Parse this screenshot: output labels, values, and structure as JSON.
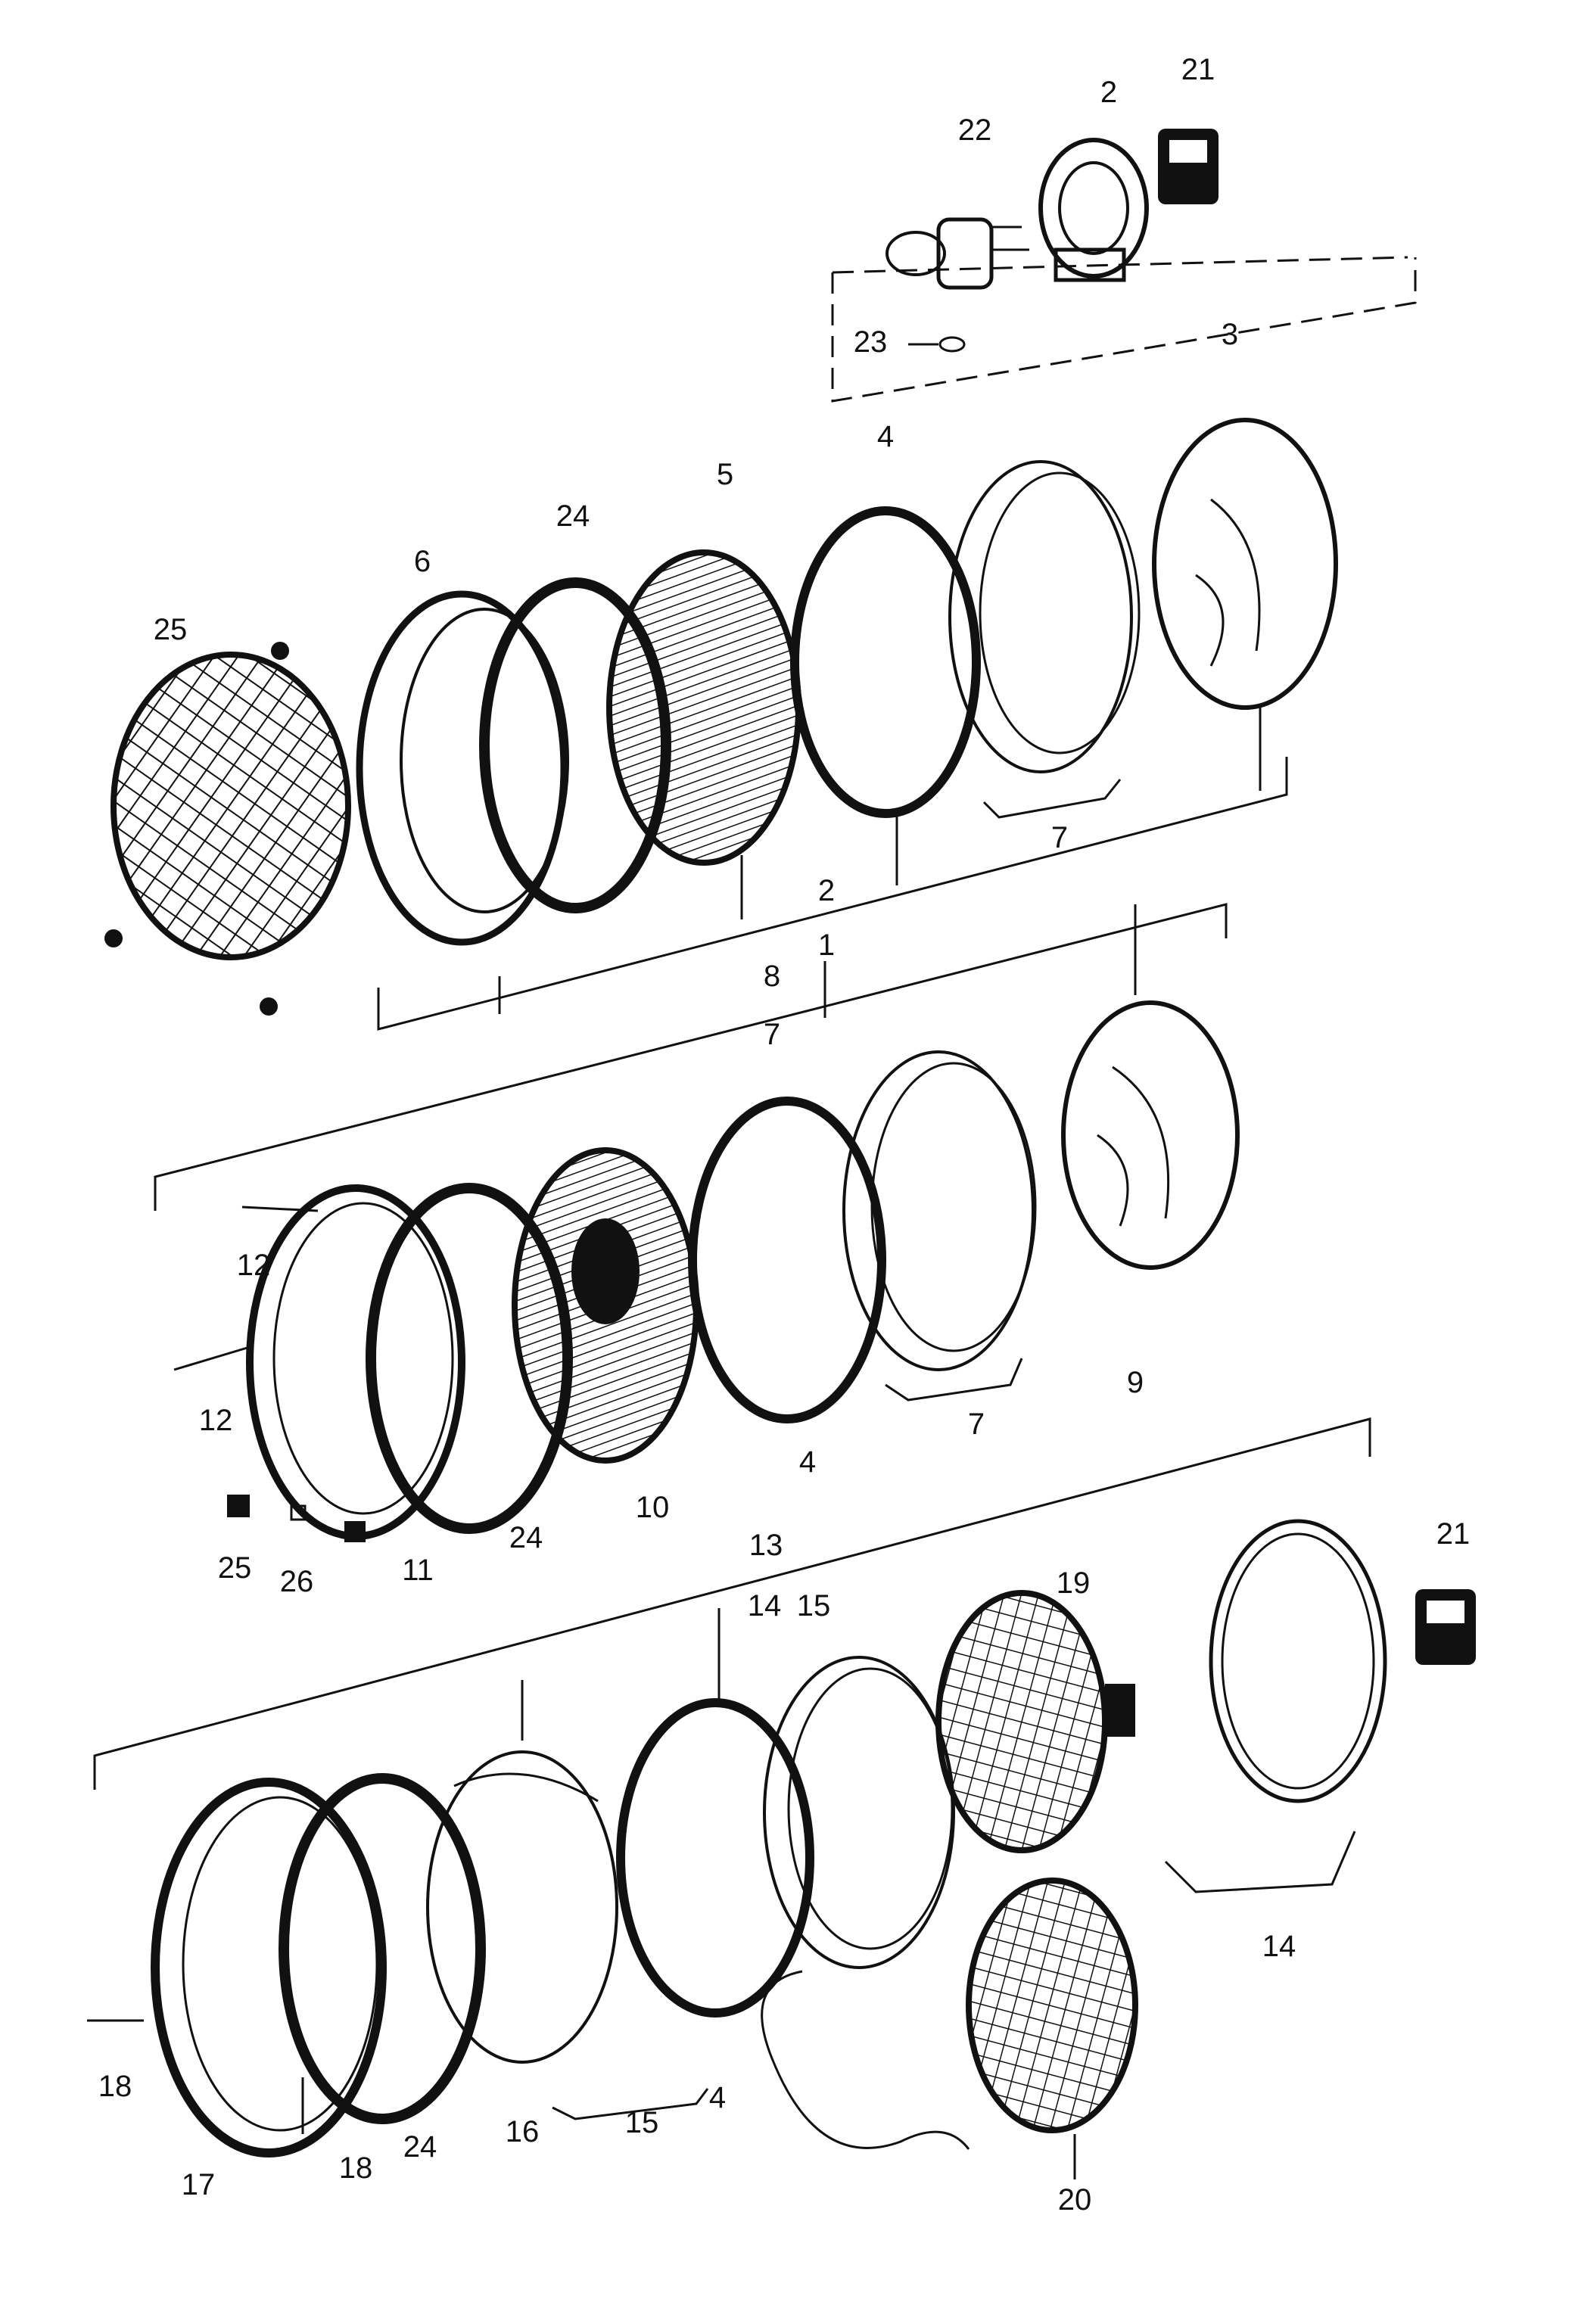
{
  "diagram": {
    "labels": {
      "top_21": "21",
      "top_2": "2",
      "top_22": "22",
      "top_23": "23",
      "top_3": "3",
      "top_4": "4",
      "top_5": "5",
      "top_24": "24",
      "top_6": "6",
      "top_25": "25",
      "top_7": "7",
      "mid_2": "2",
      "mid_1": "1",
      "mid_8": "8",
      "mid_7": "7",
      "mid_12a": "12",
      "mid_12b": "12",
      "mid_9": "9",
      "mid_7b": "7",
      "mid_4": "4",
      "mid_10": "10",
      "mid_24": "24",
      "mid_11": "11",
      "mid_25": "25",
      "mid_26": "26",
      "bot_13": "13",
      "bot_14": "14",
      "bot_15": "15",
      "bot_19": "19",
      "bot_21": "21",
      "bot_14b": "14",
      "bot_18a": "18",
      "bot_17": "17",
      "bot_18b": "18",
      "bot_24": "24",
      "bot_16": "16",
      "bot_15b": "15",
      "bot_4": "4",
      "bot_20": "20"
    }
  }
}
